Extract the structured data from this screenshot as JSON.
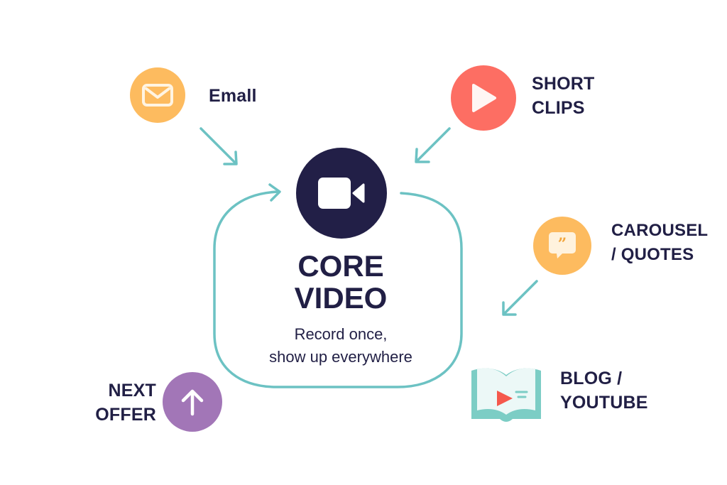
{
  "colors": {
    "teal": "#6cc2c3",
    "navy": "#221f47",
    "orange": "#fdbb5f",
    "coral": "#fd6e63",
    "purple": "#a276b7",
    "book_fill": "#7ccdc5",
    "book_page": "#ecf8f7",
    "text": "#211f45"
  },
  "core": {
    "icon": "video-camera-icon",
    "title_line1": "CORE",
    "title_line2": "VIDEO",
    "subtitle_line1": "Record once,",
    "subtitle_line2": "show up everywhere"
  },
  "nodes": [
    {
      "id": "email",
      "icon": "envelope-icon",
      "label_lines": [
        "Emall"
      ]
    },
    {
      "id": "short-clips",
      "icon": "play-icon",
      "label_lines": [
        "SHORT",
        "CLIPS"
      ]
    },
    {
      "id": "carousel-quotes",
      "icon": "quote-bubble-icon",
      "label_lines": [
        "CAROUSEL",
        "/ QUOTES"
      ]
    },
    {
      "id": "blog-youtube",
      "icon": "book-play-icon",
      "label_lines": [
        "BLOG /",
        "YOUTUBE"
      ]
    },
    {
      "id": "next-offer",
      "icon": "arrow-up-icon",
      "label_lines": [
        "NEXT",
        "OFFER"
      ]
    }
  ]
}
